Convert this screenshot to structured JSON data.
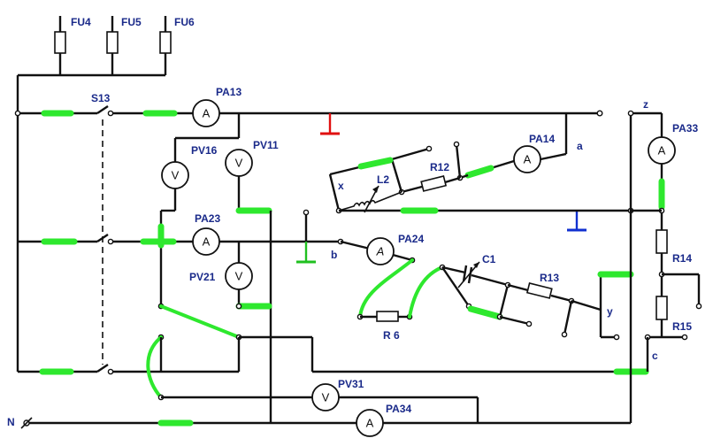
{
  "labels": {
    "fu4": "FU4",
    "fu5": "FU5",
    "fu6": "FU6",
    "s13": "S13",
    "pa13": "PA13",
    "pa14": "PA14",
    "pa23": "PA23",
    "pa24": "PA24",
    "pa33": "PA33",
    "pa34": "PA34",
    "pv16": "PV16",
    "pv11": "PV11",
    "pv21": "PV21",
    "pv31": "PV31",
    "r12": "R12",
    "l2": "L2",
    "c1": "C1",
    "r13": "R13",
    "r6": "R 6",
    "r14": "R14",
    "r15": "R15",
    "node_x": "x",
    "node_a": "a",
    "node_b": "b",
    "node_y": "y",
    "node_z": "z",
    "node_c": "c",
    "neutral": "N"
  },
  "meter_symbols": {
    "ammeter": "A",
    "voltmeter": "V"
  },
  "colors": {
    "wire": "#111111",
    "jumper": "#2ee82e",
    "label": "#1a2a8a",
    "ground_red": "#e01010",
    "ground_blue": "#1030d0",
    "ground_green": "#20c020"
  }
}
